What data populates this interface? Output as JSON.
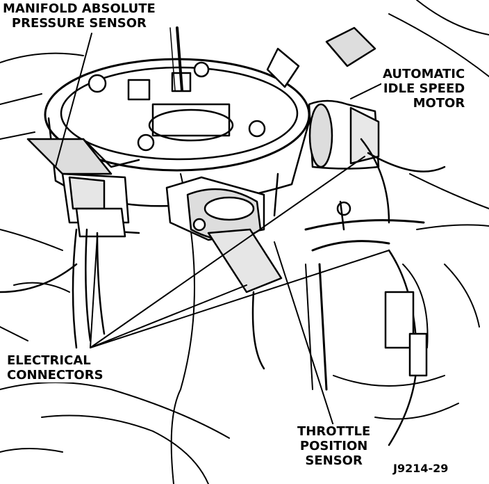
{
  "labels": {
    "map_sensor": [
      "MANIFOLD ABSOLUTE",
      "PRESSURE SENSOR"
    ],
    "idle_motor": [
      "AUTOMATIC",
      "IDLE SPEED",
      "MOTOR"
    ],
    "connectors": [
      "ELECTRICAL",
      "CONNECTORS"
    ],
    "tps": [
      "THROTTLE",
      "POSITION",
      "SENSOR"
    ]
  },
  "figure_id": "J9214-29"
}
